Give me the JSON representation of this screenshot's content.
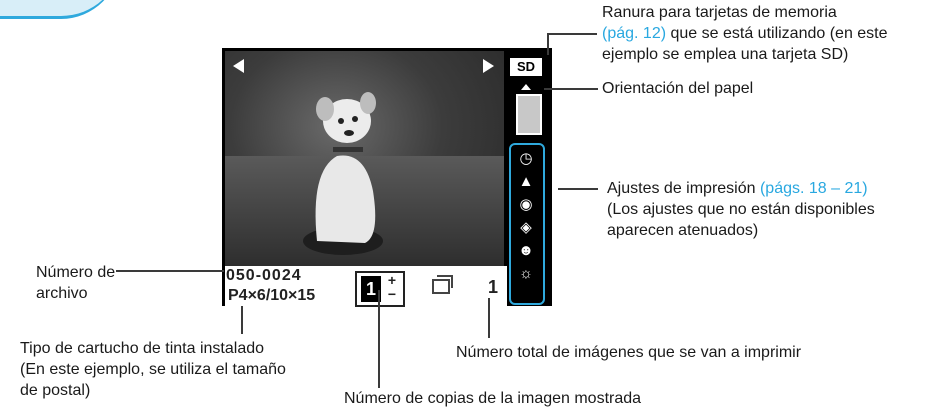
{
  "screen": {
    "card_slot_badge": "SD",
    "file_number": "050-0024",
    "ink_type": "P4×6/10×15",
    "copies": "1",
    "plus": "+",
    "minus": "−",
    "total_images": "1",
    "nav_left_icon": "triangle-left-icon",
    "nav_right_icon": "triangle-right-icon",
    "settings_icons": [
      "date-icon",
      "image-optimize-icon",
      "red-eye-icon",
      "border-icon",
      "face-brightening-icon",
      "brightness-icon"
    ]
  },
  "annotations": {
    "card_slot": {
      "line1": "Ranura para tarjetas de memoria",
      "ref": "(pág. 12)",
      "line2_rest": " que se está utilizando (en este",
      "line3": "ejemplo se emplea una tarjeta SD)"
    },
    "paper_orientation": "Orientación del papel",
    "print_settings": {
      "line1": "Ajustes de impresión ",
      "ref": "(págs. 18 – 21)",
      "line2": "(Los ajustes que no están disponibles",
      "line3": "aparecen atenuados)"
    },
    "file_number": {
      "line1": "Número de",
      "line2": "archivo"
    },
    "ink_cartridge": {
      "line1": "Tipo de cartucho de tinta instalado",
      "line2": "(En este ejemplo, se utiliza el tamaño",
      "line3": "de postal)"
    },
    "total_images": "Número total de imágenes que se van a imprimir",
    "copies_count": "Número de copias de la imagen mostrada"
  },
  "colors": {
    "accent": "#29a8e0",
    "screen_bg": "#000000"
  }
}
